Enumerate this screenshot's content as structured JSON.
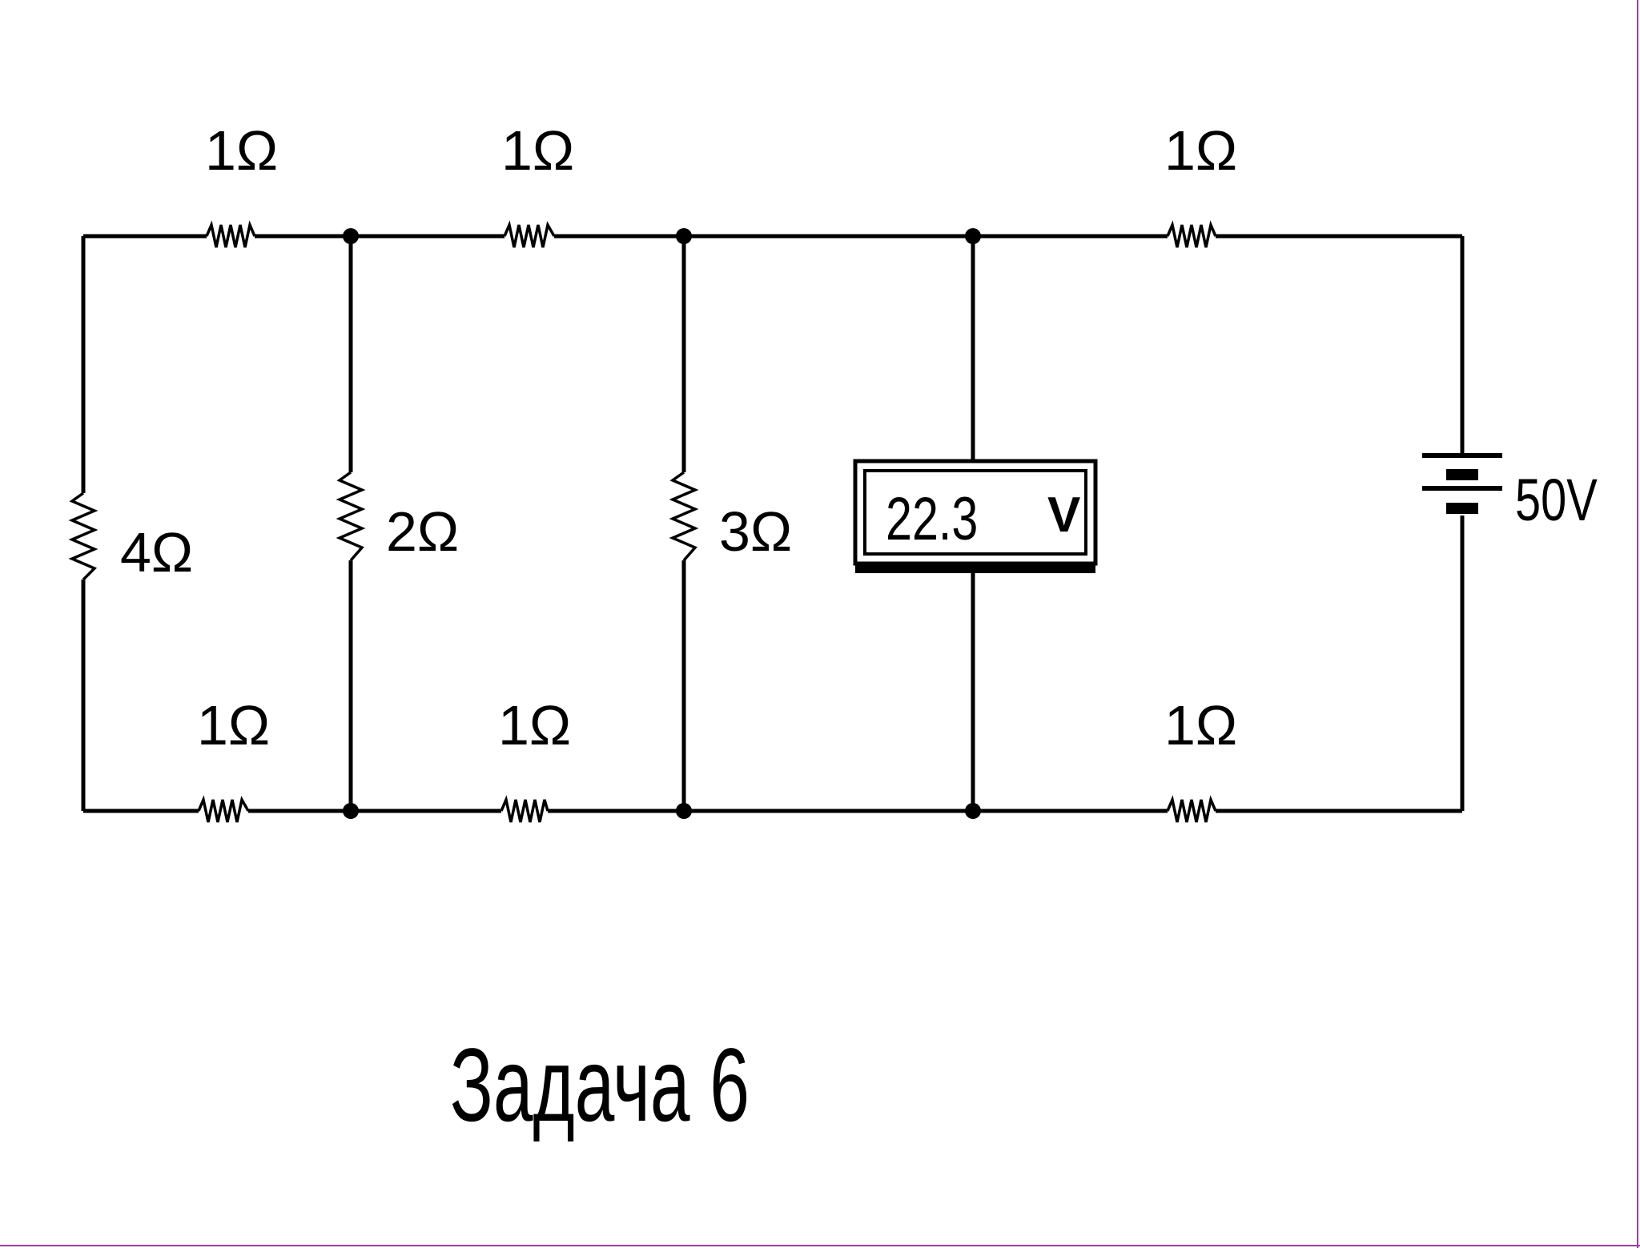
{
  "circuit": {
    "labels": {
      "r_top_left": "1Ω",
      "r_top_mid": "1Ω",
      "r_top_right": "1Ω",
      "r_bottom_left": "1Ω",
      "r_bottom_mid": "1Ω",
      "r_bottom_right": "1Ω",
      "r_left": "4Ω",
      "r_branch_1": "2Ω",
      "r_branch_2": "3Ω",
      "battery": "50V"
    },
    "voltmeter": {
      "reading": "22.3",
      "unit": "V"
    }
  },
  "caption": "Задача 6",
  "colors": {
    "wire": "#000000",
    "frame": "#9a3fa0"
  }
}
